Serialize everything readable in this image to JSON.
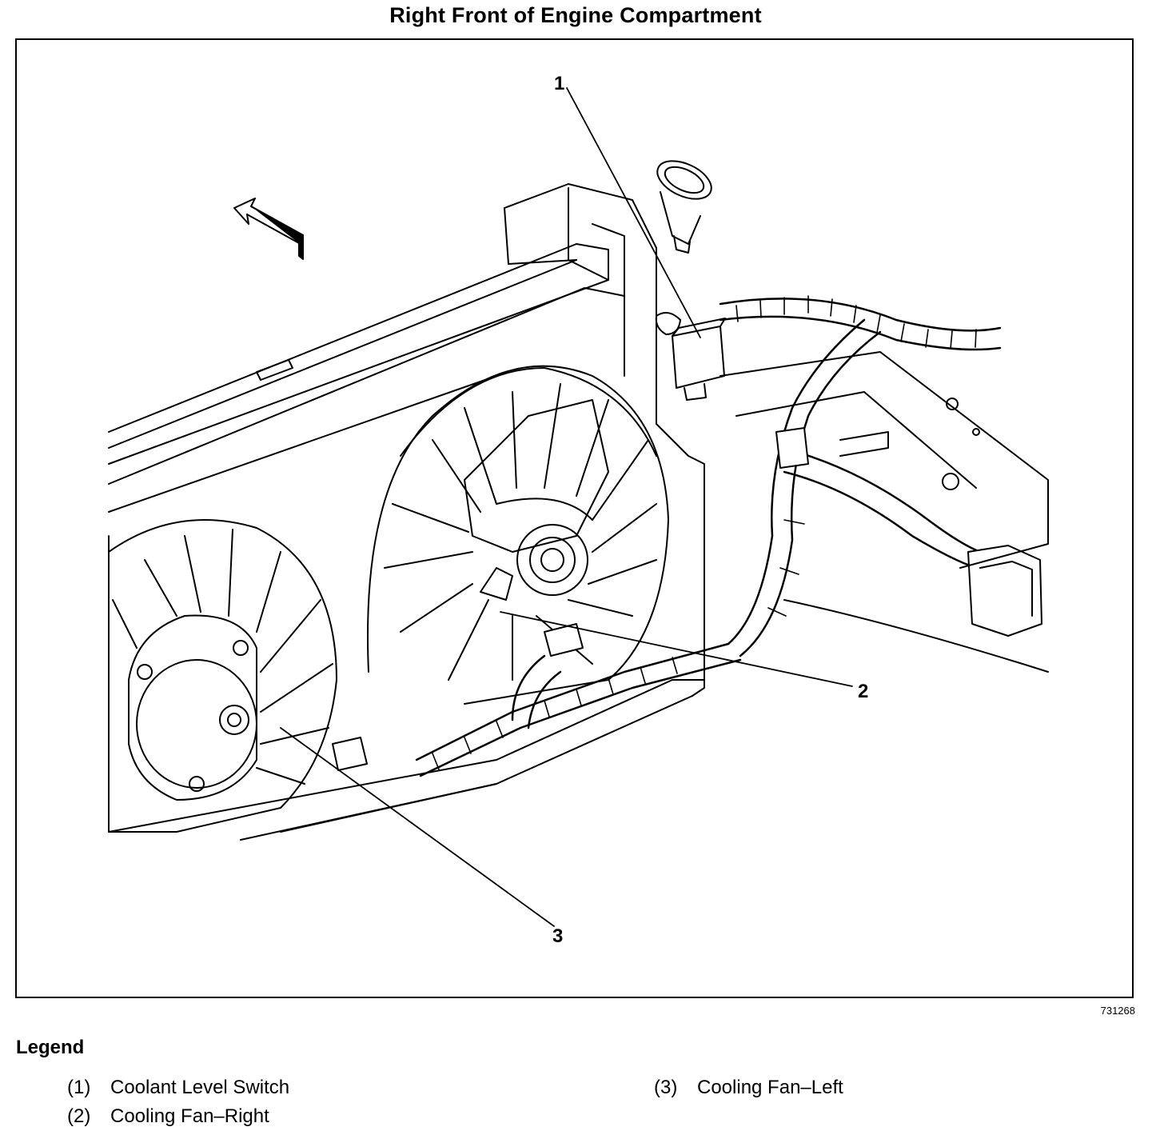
{
  "title": "Right Front of Engine Compartment",
  "figure_id": "731268",
  "callouts": [
    "1",
    "2",
    "3"
  ],
  "legend": {
    "heading": "Legend",
    "items": [
      {
        "num": "(1)",
        "label": "Coolant Level Switch"
      },
      {
        "num": "(2)",
        "label": "Cooling Fan–Right"
      },
      {
        "num": "(3)",
        "label": "Cooling Fan–Left"
      }
    ]
  },
  "components": [
    "radiator",
    "front-arrow",
    "cooling-fan-right",
    "cooling-fan-left",
    "coolant-level-switch",
    "wiring-harness",
    "radiator-cap-neck",
    "harness-connectors"
  ]
}
